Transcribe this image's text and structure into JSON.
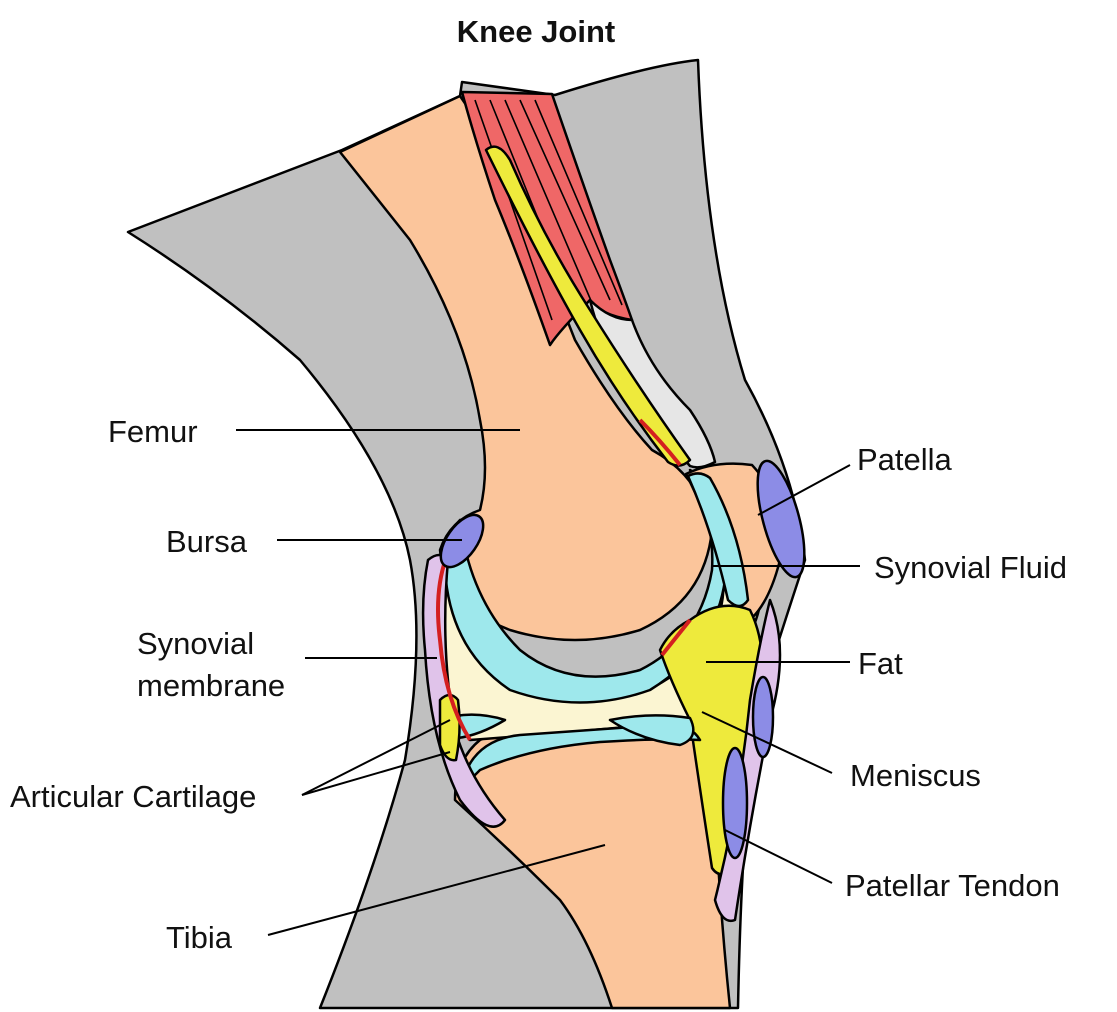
{
  "title": "Knee Joint",
  "labels": {
    "femur": "Femur",
    "bursa": "Bursa",
    "synovial_membrane_line1": "Synovial",
    "synovial_membrane_line2": "membrane",
    "articular_cartilage": "Articular Cartilage",
    "tibia": "Tibia",
    "patella": "Patella",
    "synovial_fluid": "Synovial Fluid",
    "fat": "Fat",
    "meniscus": "Meniscus",
    "patellar_tendon": "Patellar Tendon"
  },
  "colors": {
    "skin": "#c0c0c0",
    "bone": "#fbc59b",
    "cartilage": "#9ee8ec",
    "synovial_fluid": "#fbf5d2",
    "fat": "#eeea3c",
    "muscle": "#ef6767",
    "tendon": "#e6e6e6",
    "bursa": "#8c8ce6",
    "synovial_membrane": "#e0c3ea",
    "membrane_edge": "#d42020"
  }
}
